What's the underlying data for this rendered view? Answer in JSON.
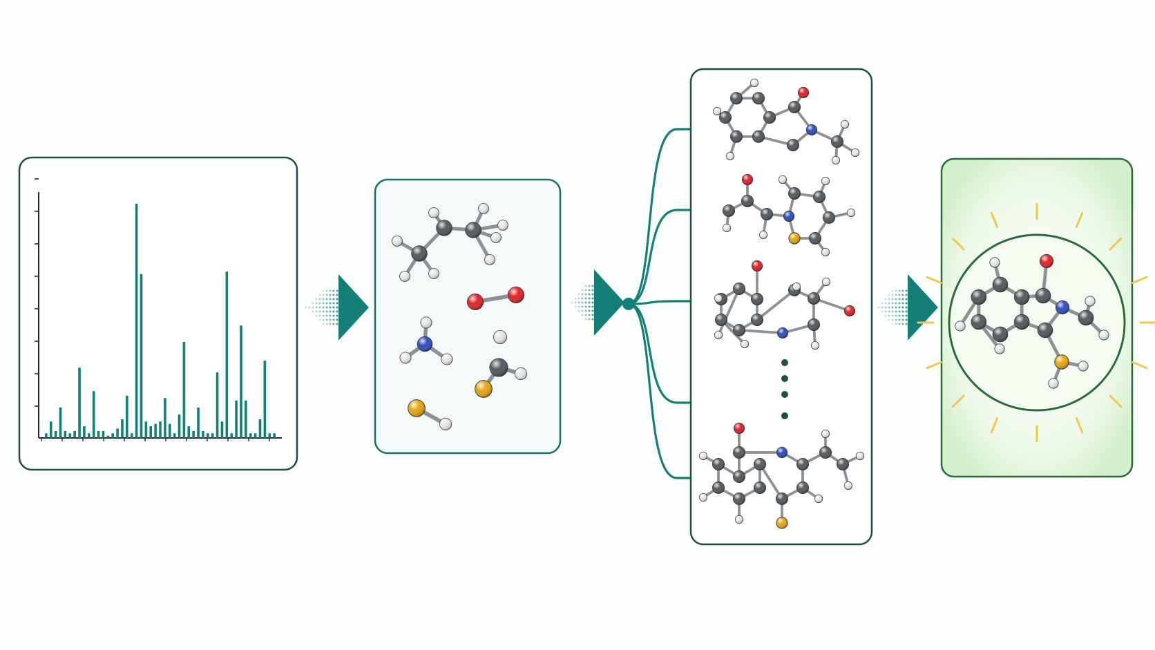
{
  "colors": {
    "teal": "#137f77",
    "frame": "#1d4d48",
    "carbon": "#555a5e",
    "hydrogen": "#e6e6e6",
    "oxygen": "#e0242a",
    "nitrogen": "#2f4fc0",
    "sulfur": "#e3a615",
    "final_frame": "#2a6a39",
    "final_glow": "#d9f2d3",
    "rays": "#efc94f"
  },
  "panels": [
    {
      "name": "mass-spectrum",
      "role": "input spectrum"
    },
    {
      "name": "fragments",
      "role": "molecular fragments"
    },
    {
      "name": "candidates",
      "role": "candidate structures"
    },
    {
      "name": "result",
      "role": "selected structure"
    }
  ],
  "chart_data": {
    "type": "bar",
    "x": [
      2,
      4,
      6,
      8,
      10,
      12,
      14,
      16,
      18,
      20,
      22,
      24,
      26,
      28,
      30,
      32,
      34,
      36,
      38,
      40,
      42,
      44,
      46,
      48,
      50,
      52,
      54,
      56,
      58,
      60,
      62,
      64,
      66,
      68,
      70,
      72,
      74,
      76,
      78,
      80,
      82,
      84,
      86,
      88,
      90,
      92,
      94,
      96,
      98
    ],
    "values": [
      2,
      7,
      3,
      13,
      3,
      2,
      3,
      30,
      5,
      2,
      20,
      3,
      3,
      1,
      2,
      4,
      8,
      18,
      2,
      100,
      70,
      7,
      5,
      6,
      7,
      17,
      6,
      2,
      10,
      41,
      5,
      3,
      13,
      3,
      2,
      2,
      28,
      7,
      71,
      2,
      16,
      48,
      16,
      2,
      2,
      8,
      33,
      2,
      2
    ],
    "ylim": [
      0,
      105
    ],
    "grid": false
  }
}
